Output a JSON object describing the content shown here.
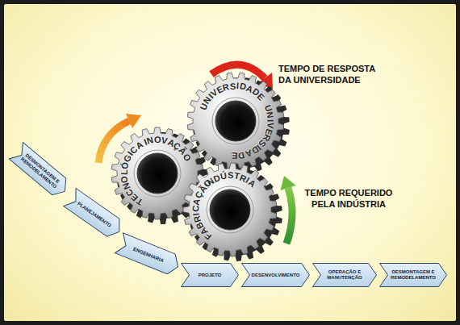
{
  "diagram": {
    "nodes": [
      {
        "text": [
          "INOVAÇÃO",
          "TECNOLÓGICA"
        ]
      },
      {
        "text": [
          "UNIVERSIDADE",
          "UNIVERSIDADE"
        ]
      },
      {
        "text": [
          "INDÚSTRIA",
          "FABRICAÇÃO"
        ]
      },
      {
        "text": [
          "DESMONTAGEM E REMODELAMENTO"
        ]
      },
      {
        "text": [
          "PLANEJAMENTO"
        ]
      },
      {
        "text": [
          "ENGENHARIA"
        ]
      },
      {
        "text": [
          "PROJETO"
        ]
      },
      {
        "text": [
          "DESENVOLVIMENTO"
        ]
      },
      {
        "text": [
          "OPERAÇÃO E MANUTENÇÃO"
        ]
      },
      {
        "text": [
          "DESMONTAGEM E REMODELAMENTO"
        ]
      }
    ],
    "labels": [
      "TEMPO DE RESPOSTA DA UNIVERSIDADE",
      "TEMPO REQUERIDO PELA INDÚSTRIA"
    ]
  }
}
